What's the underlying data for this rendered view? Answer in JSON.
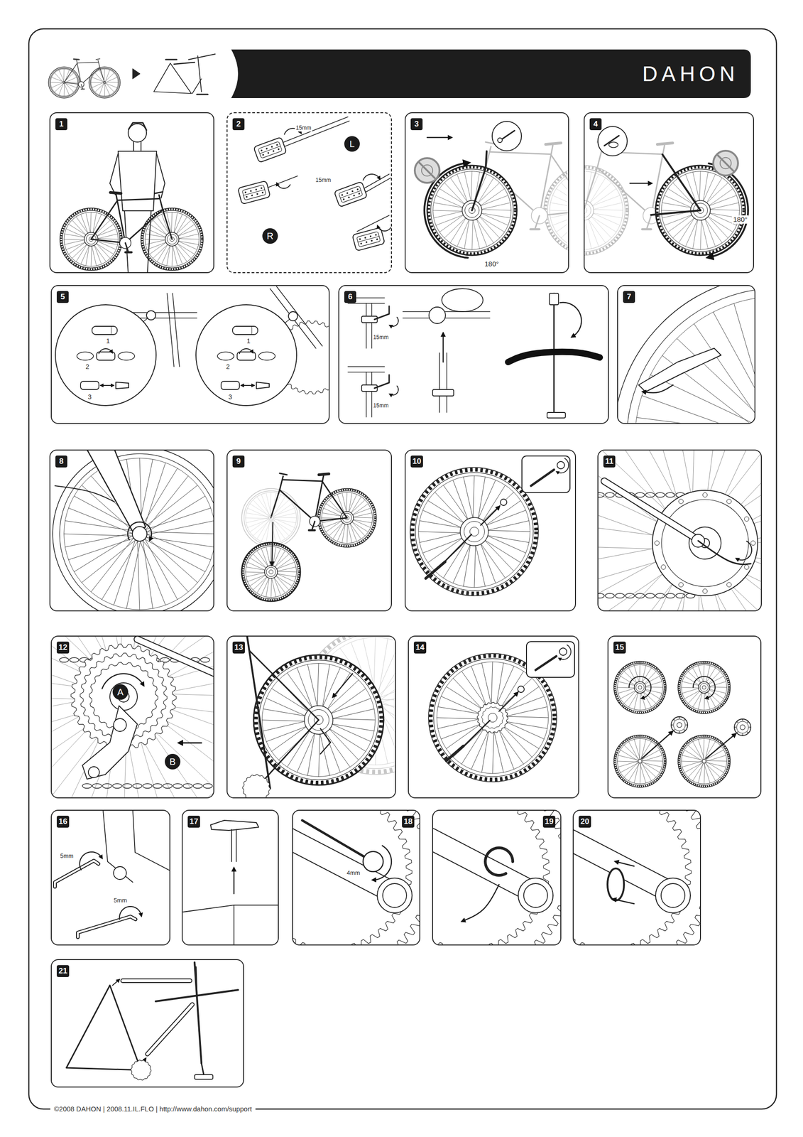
{
  "diagram": {
    "title": "DAHON",
    "caption": "©2008 DAHON | 2008.11.IL.FLO | http://www.dahon.com/support",
    "nodes": [
      {
        "text": [
          "1"
        ]
      },
      {
        "text": [
          "2"
        ]
      },
      {
        "text": [
          "L"
        ],
        "in": 1
      },
      {
        "text": [
          "R"
        ],
        "in": 1
      },
      {
        "text": [
          "3"
        ]
      },
      {
        "text": [
          "4"
        ]
      },
      {
        "text": [
          "5"
        ]
      },
      {
        "text": [
          "6"
        ]
      },
      {
        "text": [
          "7"
        ]
      },
      {
        "text": [
          "8"
        ]
      },
      {
        "text": [
          "9"
        ]
      },
      {
        "text": [
          "10"
        ]
      },
      {
        "text": [
          "11"
        ]
      },
      {
        "text": [
          "12"
        ]
      },
      {
        "text": [
          "A"
        ],
        "in": 13
      },
      {
        "text": [
          "B"
        ],
        "in": 13
      },
      {
        "text": [
          "13"
        ]
      },
      {
        "text": [
          "14"
        ]
      },
      {
        "text": [
          "15"
        ]
      },
      {
        "text": [
          "16"
        ]
      },
      {
        "text": [
          "17"
        ]
      },
      {
        "text": [
          "18"
        ]
      },
      {
        "text": [
          "19"
        ]
      },
      {
        "text": [
          "20"
        ]
      },
      {
        "text": [
          "21"
        ]
      }
    ],
    "labels": [
      "15mm",
      "15mm",
      "180°",
      "180°",
      "1",
      "2",
      "3",
      "1",
      "2",
      "3",
      "15mm",
      "15mm",
      "5mm",
      "5mm",
      "4mm"
    ]
  }
}
